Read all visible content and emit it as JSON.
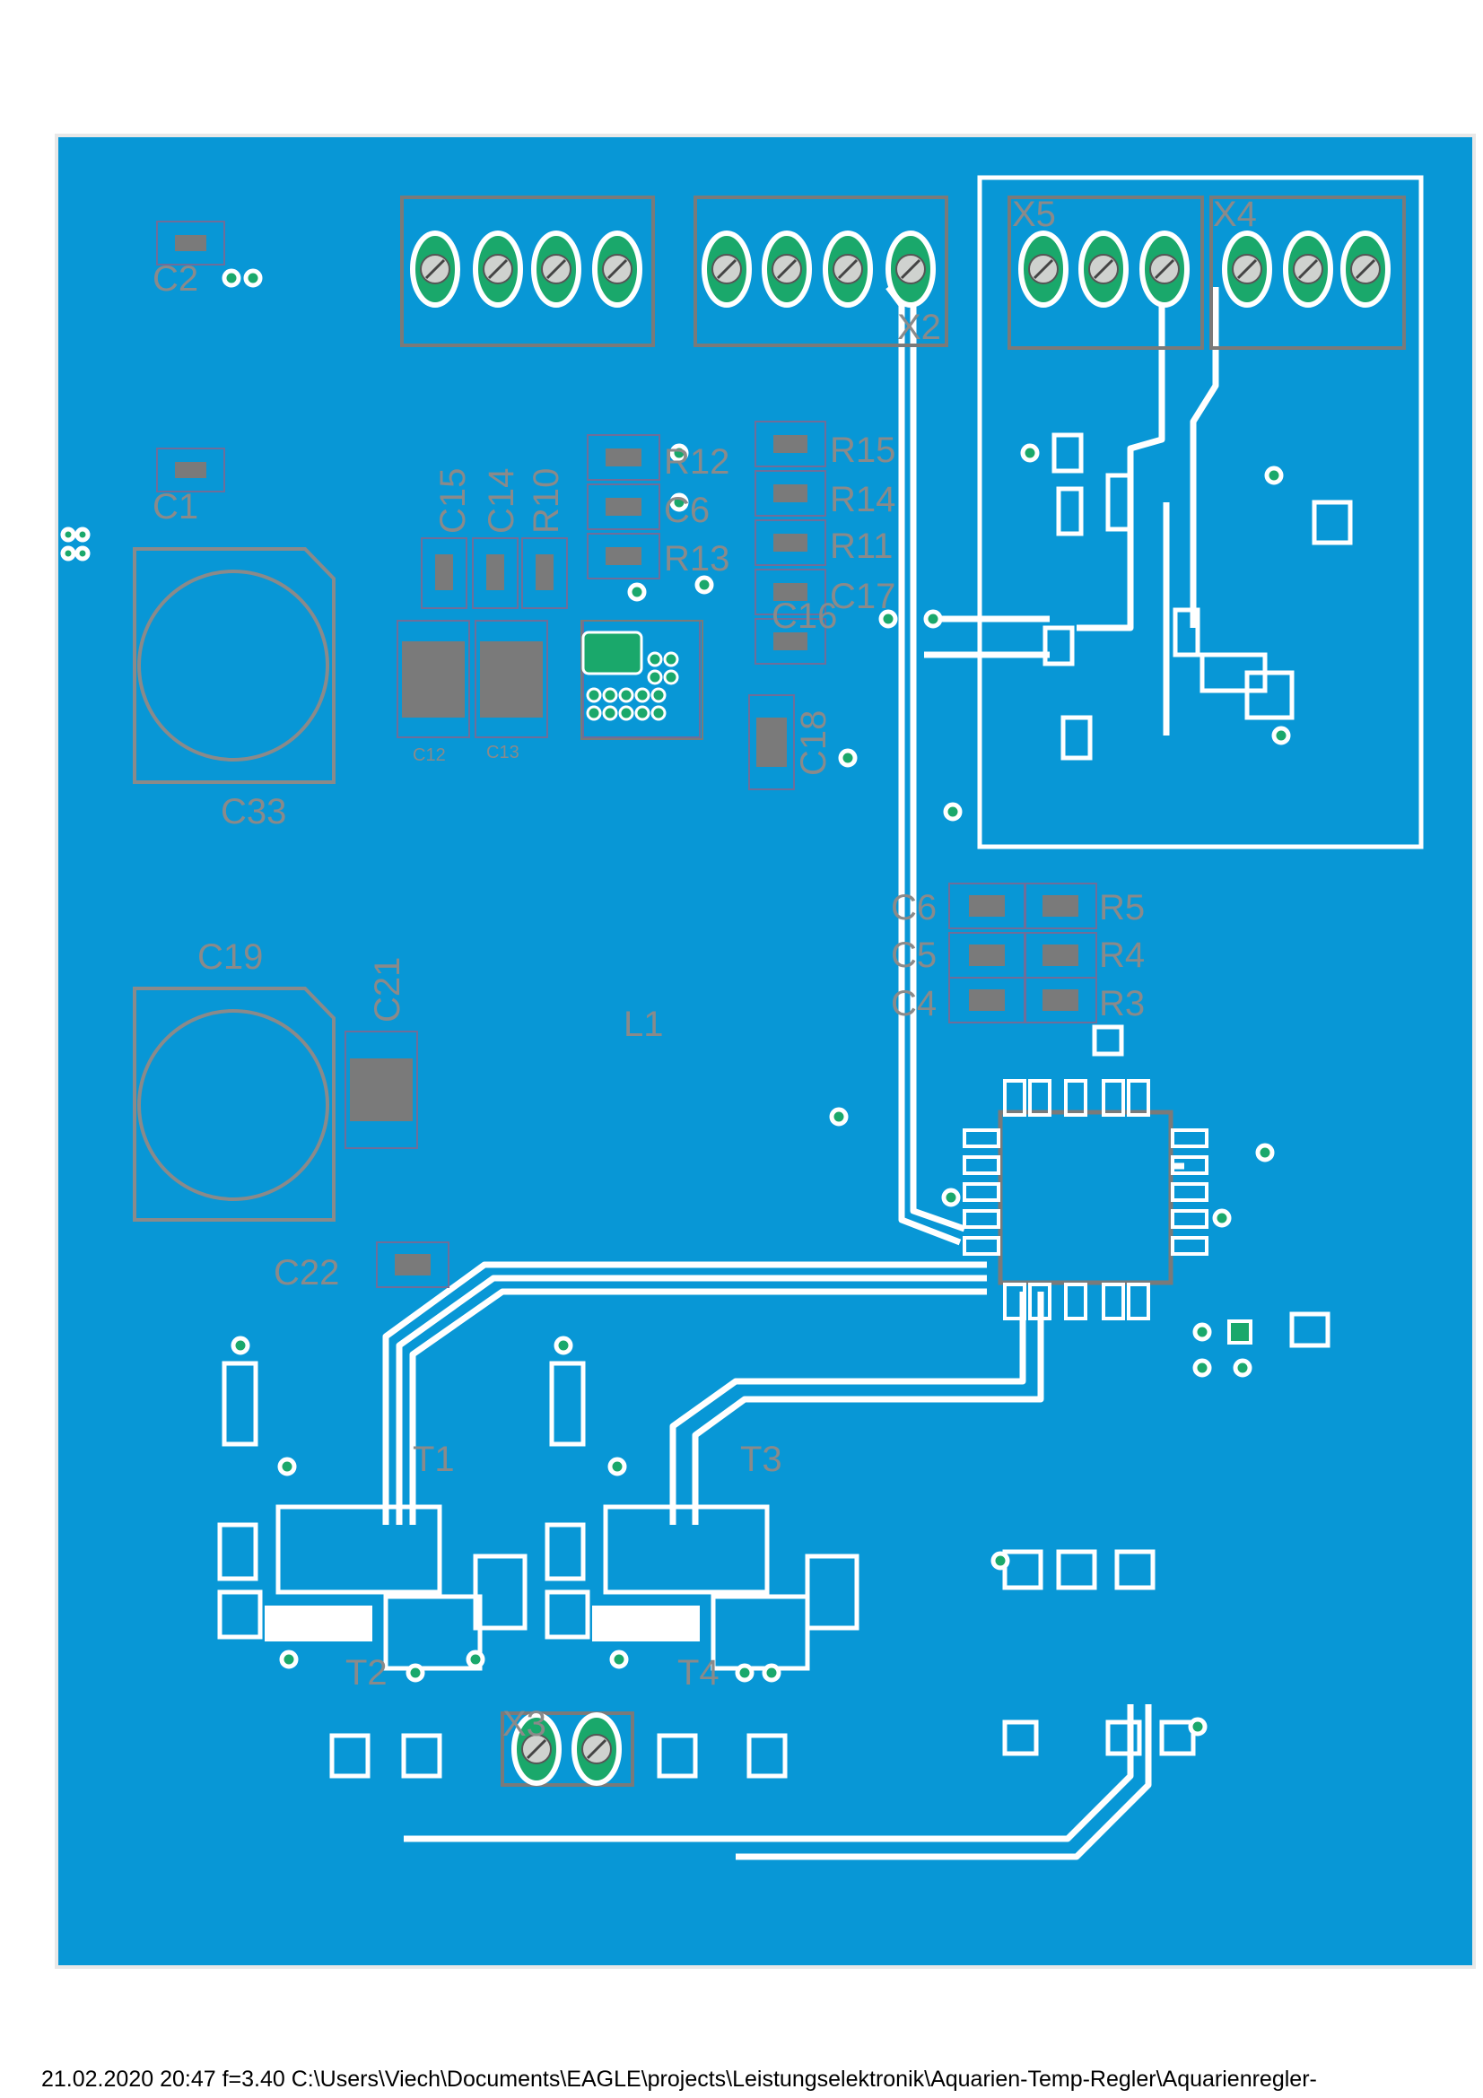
{
  "board": {
    "colors": {
      "copper": "#0897d6",
      "outline": "#9a9a9a",
      "text": "#8a8a8a",
      "trace": "#ffffff",
      "pad": "#1aa86b"
    },
    "labels": {
      "C2": "C2",
      "C1": "C1",
      "C15": "C15",
      "C14": "C14",
      "R10": "R10",
      "R12": "R12",
      "C6b": "C6",
      "R13": "R13",
      "R15": "R15",
      "R14": "R14",
      "R11": "R11",
      "C17": "C17",
      "C16": "C16",
      "C18": "C18",
      "C12": "C12",
      "C13": "C13",
      "C33": "C33",
      "C19": "C19",
      "C21": "C21",
      "C22": "C22",
      "L1": "L1",
      "X2": "X2",
      "X5": "X5",
      "X4": "X4",
      "X3": "X3",
      "C6": "C6",
      "C5": "C5",
      "C4": "C4",
      "R5": "R5",
      "R4": "R4",
      "R3": "R3",
      "T1": "T1",
      "T2": "T2",
      "T3": "T3",
      "T4": "T4"
    },
    "icons": [
      "via-icon",
      "screw-terminal-icon",
      "smd-pad-icon"
    ]
  },
  "footer": {
    "text": "21.02.2020 20:47  f=3.40  C:\\Users\\Viech\\Documents\\EAGLE\\projects\\Leistungselektronik\\Aquarien-Temp-Regler\\Aquarienregler-"
  }
}
